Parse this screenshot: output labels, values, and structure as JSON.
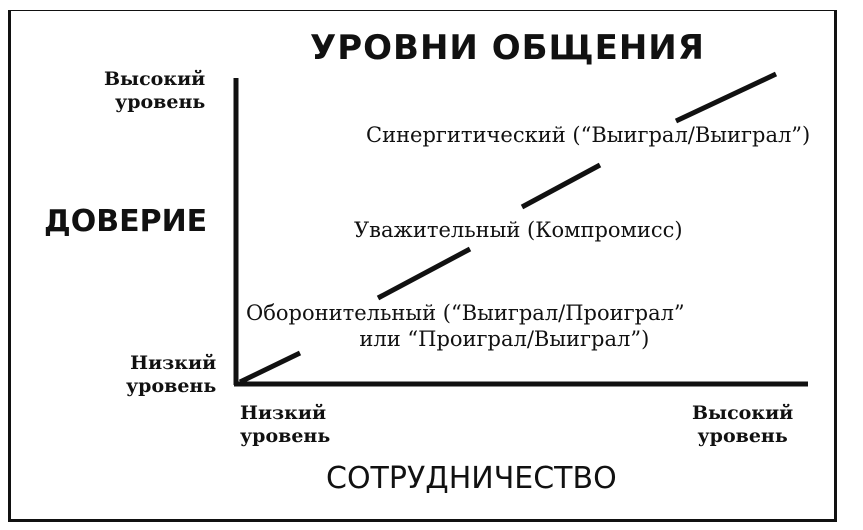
{
  "title": "УРОВНИ ОБЩЕНИЯ",
  "y_axis": {
    "label": "ДОВЕРИЕ",
    "high": [
      "Высокий",
      "уровень"
    ],
    "low": [
      "Низкий",
      "уровень"
    ]
  },
  "x_axis": {
    "label": "СОТРУДНИЧЕСТВО",
    "low": [
      "Низкий",
      "уровень"
    ],
    "high": [
      "Высокий",
      "уровень"
    ]
  },
  "levels": {
    "synergetic": "Синергитический (“Выиграл/Выиграл”)",
    "respectful": "Уважительный (Компромисс)",
    "defensive_line1": "Оборонительный (“Выиграл/Проиграл”",
    "defensive_line2": "или “Проиграл/Выиграл”)"
  },
  "colors": {
    "ink": "#111111",
    "paper": "#ffffff"
  }
}
